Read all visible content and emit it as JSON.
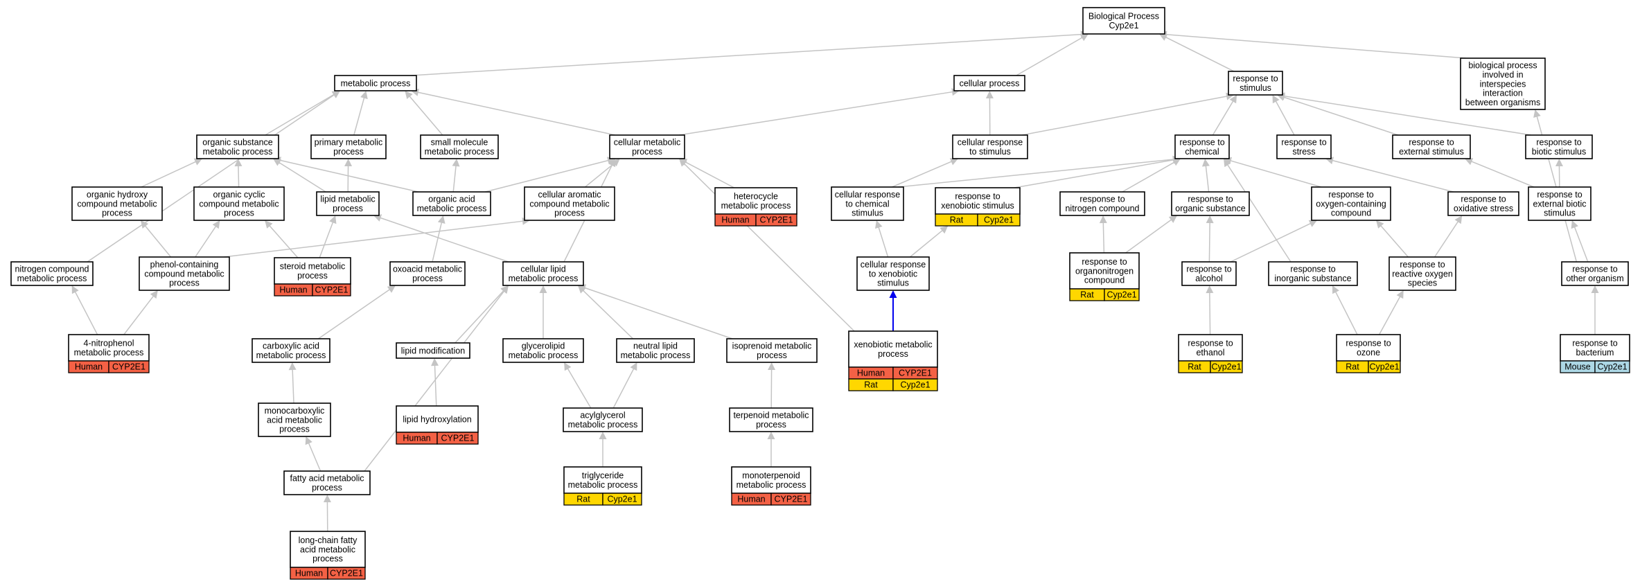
{
  "colors": {
    "Human": "#f46145",
    "Rat": "#ffd700",
    "Mouse": "#add8e6",
    "edge": "#c4c4c4",
    "highlight": "#0000ee"
  },
  "nodes": [
    {
      "id": "root",
      "label": [
        "Biological Process",
        "Cyp2e1"
      ]
    },
    {
      "id": "metabolic",
      "label": [
        "metabolic process"
      ]
    },
    {
      "id": "cellular",
      "label": [
        "cellular process"
      ]
    },
    {
      "id": "resp_stim",
      "label": [
        "response to",
        "stimulus"
      ]
    },
    {
      "id": "interspecies",
      "label": [
        "biological process",
        "involved in",
        "interspecies",
        "interaction",
        "between organisms"
      ]
    },
    {
      "id": "org_subst_met",
      "label": [
        "organic substance",
        "metabolic process"
      ]
    },
    {
      "id": "primary_met",
      "label": [
        "primary metabolic",
        "process"
      ]
    },
    {
      "id": "small_mol_met",
      "label": [
        "small molecule",
        "metabolic process"
      ]
    },
    {
      "id": "cell_met",
      "label": [
        "cellular metabolic",
        "process"
      ]
    },
    {
      "id": "cell_resp_stim",
      "label": [
        "cellular response",
        "to stimulus"
      ]
    },
    {
      "id": "resp_chem",
      "label": [
        "response to",
        "chemical"
      ]
    },
    {
      "id": "resp_stress",
      "label": [
        "response to",
        "stress"
      ]
    },
    {
      "id": "resp_ext_stim",
      "label": [
        "response to",
        "external stimulus"
      ]
    },
    {
      "id": "resp_biotic",
      "label": [
        "response to",
        "biotic stimulus"
      ]
    },
    {
      "id": "org_hydroxy",
      "label": [
        "organic hydroxy",
        "compound metabolic",
        "process"
      ]
    },
    {
      "id": "org_cyclic",
      "label": [
        "organic cyclic",
        "compound metabolic",
        "process"
      ]
    },
    {
      "id": "lipid_met",
      "label": [
        "lipid metabolic",
        "process"
      ]
    },
    {
      "id": "org_acid",
      "label": [
        "organic acid",
        "metabolic process"
      ]
    },
    {
      "id": "cell_arom",
      "label": [
        "cellular aromatic",
        "compound metabolic",
        "process"
      ]
    },
    {
      "id": "heterocycle",
      "label": [
        "heterocycle",
        "metabolic process"
      ],
      "tags": [
        [
          "Human",
          "CYP2E1"
        ]
      ]
    },
    {
      "id": "cell_resp_chem",
      "label": [
        "cellular response",
        "to chemical",
        "stimulus"
      ]
    },
    {
      "id": "resp_xeno",
      "label": [
        "response to",
        "xenobiotic stimulus"
      ],
      "tags": [
        [
          "Rat",
          "Cyp2e1"
        ]
      ]
    },
    {
      "id": "resp_nitro",
      "label": [
        "response to",
        "nitrogen compound"
      ]
    },
    {
      "id": "resp_org_subst",
      "label": [
        "response to",
        "organic substance"
      ]
    },
    {
      "id": "resp_oxy_comp",
      "label": [
        "response to",
        "oxygen-containing",
        "compound"
      ]
    },
    {
      "id": "resp_ox_stress",
      "label": [
        "response to",
        "oxidative stress"
      ]
    },
    {
      "id": "resp_ext_biotic",
      "label": [
        "response to",
        "external biotic",
        "stimulus"
      ]
    },
    {
      "id": "nitrogen_comp",
      "label": [
        "nitrogen compound",
        "metabolic process"
      ]
    },
    {
      "id": "phenol",
      "label": [
        "phenol-containing",
        "compound metabolic",
        "process"
      ]
    },
    {
      "id": "steroid",
      "label": [
        "steroid metabolic",
        "process"
      ],
      "tags": [
        [
          "Human",
          "CYP2E1"
        ]
      ]
    },
    {
      "id": "oxoacid",
      "label": [
        "oxoacid metabolic",
        "process"
      ]
    },
    {
      "id": "cell_lipid",
      "label": [
        "cellular lipid",
        "metabolic process"
      ]
    },
    {
      "id": "cell_resp_xeno",
      "label": [
        "cellular response",
        "to xenobiotic",
        "stimulus"
      ]
    },
    {
      "id": "resp_organonitro",
      "label": [
        "response to",
        "organonitrogen",
        "compound"
      ],
      "tags": [
        [
          "Rat",
          "Cyp2e1"
        ]
      ]
    },
    {
      "id": "resp_alcohol",
      "label": [
        "response to",
        "alcohol"
      ]
    },
    {
      "id": "resp_inorg",
      "label": [
        "response to",
        "inorganic substance"
      ]
    },
    {
      "id": "resp_ros",
      "label": [
        "response to",
        "reactive oxygen",
        "species"
      ]
    },
    {
      "id": "resp_other_org",
      "label": [
        "response to",
        "other organism"
      ]
    },
    {
      "id": "nitrophenol",
      "label": [
        "4-nitrophenol",
        "metabolic process"
      ],
      "tags": [
        [
          "Human",
          "CYP2E1"
        ]
      ]
    },
    {
      "id": "carboxylic",
      "label": [
        "carboxylic acid",
        "metabolic process"
      ]
    },
    {
      "id": "lipid_mod",
      "label": [
        "lipid modification"
      ]
    },
    {
      "id": "glycerolipid",
      "label": [
        "glycerolipid",
        "metabolic process"
      ]
    },
    {
      "id": "neutral_lipid",
      "label": [
        "neutral lipid",
        "metabolic process"
      ]
    },
    {
      "id": "isoprenoid",
      "label": [
        "isoprenoid metabolic",
        "process"
      ]
    },
    {
      "id": "xenobiotic_met",
      "label": [
        "xenobiotic metabolic",
        "process"
      ],
      "tags": [
        [
          "Human",
          "CYP2E1"
        ],
        [
          "Rat",
          "Cyp2e1"
        ]
      ]
    },
    {
      "id": "resp_ethanol",
      "label": [
        "response to",
        "ethanol"
      ],
      "tags": [
        [
          "Rat",
          "Cyp2e1"
        ]
      ]
    },
    {
      "id": "resp_ozone",
      "label": [
        "response to",
        "ozone"
      ],
      "tags": [
        [
          "Rat",
          "Cyp2e1"
        ]
      ]
    },
    {
      "id": "resp_bacterium",
      "label": [
        "response to",
        "bacterium"
      ],
      "tags": [
        [
          "Mouse",
          "Cyp2e1"
        ]
      ]
    },
    {
      "id": "monocarboxylic",
      "label": [
        "monocarboxylic",
        "acid metabolic",
        "process"
      ]
    },
    {
      "id": "lipid_hydrox",
      "label": [
        "lipid hydroxylation"
      ],
      "tags": [
        [
          "Human",
          "CYP2E1"
        ]
      ]
    },
    {
      "id": "acylglycerol",
      "label": [
        "acylglycerol",
        "metabolic process"
      ]
    },
    {
      "id": "terpenoid",
      "label": [
        "terpenoid metabolic",
        "process"
      ]
    },
    {
      "id": "fatty_acid",
      "label": [
        "fatty acid metabolic",
        "process"
      ]
    },
    {
      "id": "triglyceride",
      "label": [
        "triglyceride",
        "metabolic process"
      ],
      "tags": [
        [
          "Rat",
          "Cyp2e1"
        ]
      ]
    },
    {
      "id": "monoterpenoid",
      "label": [
        "monoterpenoid",
        "metabolic process"
      ],
      "tags": [
        [
          "Human",
          "CYP2E1"
        ]
      ]
    },
    {
      "id": "long_chain",
      "label": [
        "long-chain fatty",
        "acid metabolic",
        "process"
      ],
      "tags": [
        [
          "Human",
          "CYP2E1"
        ]
      ]
    }
  ],
  "edges": [
    [
      "metabolic",
      "root"
    ],
    [
      "cellular",
      "root"
    ],
    [
      "resp_stim",
      "root"
    ],
    [
      "interspecies",
      "root"
    ],
    [
      "org_subst_met",
      "metabolic"
    ],
    [
      "primary_met",
      "metabolic"
    ],
    [
      "small_mol_met",
      "metabolic"
    ],
    [
      "cell_met",
      "metabolic"
    ],
    [
      "nitrogen_comp",
      "metabolic"
    ],
    [
      "cell_met",
      "cellular"
    ],
    [
      "cell_resp_stim",
      "cellular"
    ],
    [
      "cell_resp_stim",
      "resp_stim"
    ],
    [
      "resp_chem",
      "resp_stim"
    ],
    [
      "resp_stress",
      "resp_stim"
    ],
    [
      "resp_ext_stim",
      "resp_stim"
    ],
    [
      "resp_biotic",
      "resp_stim"
    ],
    [
      "resp_other_org",
      "interspecies"
    ],
    [
      "org_hydroxy",
      "org_subst_met"
    ],
    [
      "org_cyclic",
      "org_subst_met"
    ],
    [
      "lipid_met",
      "org_subst_met"
    ],
    [
      "org_acid",
      "org_subst_met"
    ],
    [
      "lipid_met",
      "primary_met"
    ],
    [
      "org_acid",
      "small_mol_met"
    ],
    [
      "org_acid",
      "cell_met"
    ],
    [
      "cell_arom",
      "cell_met"
    ],
    [
      "heterocycle",
      "cell_met"
    ],
    [
      "cell_lipid",
      "cell_met"
    ],
    [
      "xenobiotic_met",
      "cell_met"
    ],
    [
      "cell_resp_chem",
      "cell_resp_stim"
    ],
    [
      "cell_resp_chem",
      "resp_chem"
    ],
    [
      "resp_xeno",
      "resp_chem"
    ],
    [
      "resp_nitro",
      "resp_chem"
    ],
    [
      "resp_org_subst",
      "resp_chem"
    ],
    [
      "resp_oxy_comp",
      "resp_chem"
    ],
    [
      "resp_inorg",
      "resp_chem"
    ],
    [
      "resp_ox_stress",
      "resp_stress"
    ],
    [
      "resp_ext_biotic",
      "resp_ext_stim"
    ],
    [
      "resp_ext_biotic",
      "resp_biotic"
    ],
    [
      "phenol",
      "org_hydroxy"
    ],
    [
      "phenol",
      "org_cyclic"
    ],
    [
      "steroid",
      "org_cyclic"
    ],
    [
      "steroid",
      "lipid_met"
    ],
    [
      "cell_lipid",
      "lipid_met"
    ],
    [
      "oxoacid",
      "org_acid"
    ],
    [
      "phenol",
      "cell_arom"
    ],
    [
      "cell_resp_xeno",
      "cell_resp_chem"
    ],
    [
      "cell_resp_xeno",
      "resp_xeno"
    ],
    [
      "resp_organonitro",
      "resp_nitro"
    ],
    [
      "resp_organonitro",
      "resp_org_subst"
    ],
    [
      "resp_alcohol",
      "resp_org_subst"
    ],
    [
      "resp_alcohol",
      "resp_oxy_comp"
    ],
    [
      "resp_ros",
      "resp_oxy_comp"
    ],
    [
      "resp_ros",
      "resp_ox_stress"
    ],
    [
      "resp_other_org",
      "resp_ext_biotic"
    ],
    [
      "nitrophenol",
      "nitrogen_comp"
    ],
    [
      "nitrophenol",
      "phenol"
    ],
    [
      "carboxylic",
      "oxoacid"
    ],
    [
      "lipid_mod",
      "cell_lipid"
    ],
    [
      "glycerolipid",
      "cell_lipid"
    ],
    [
      "neutral_lipid",
      "cell_lipid"
    ],
    [
      "isoprenoid",
      "cell_lipid"
    ],
    [
      "fatty_acid",
      "cell_lipid"
    ],
    [
      "xenobiotic_met",
      "cell_resp_xeno",
      "highlight"
    ],
    [
      "resp_ethanol",
      "resp_alcohol"
    ],
    [
      "resp_ozone",
      "resp_inorg"
    ],
    [
      "resp_ozone",
      "resp_ros"
    ],
    [
      "resp_bacterium",
      "resp_other_org"
    ],
    [
      "monocarboxylic",
      "carboxylic"
    ],
    [
      "lipid_hydrox",
      "lipid_mod"
    ],
    [
      "acylglycerol",
      "glycerolipid"
    ],
    [
      "acylglycerol",
      "neutral_lipid"
    ],
    [
      "terpenoid",
      "isoprenoid"
    ],
    [
      "fatty_acid",
      "monocarboxylic"
    ],
    [
      "triglyceride",
      "acylglycerol"
    ],
    [
      "monoterpenoid",
      "terpenoid"
    ],
    [
      "long_chain",
      "fatty_acid"
    ]
  ]
}
